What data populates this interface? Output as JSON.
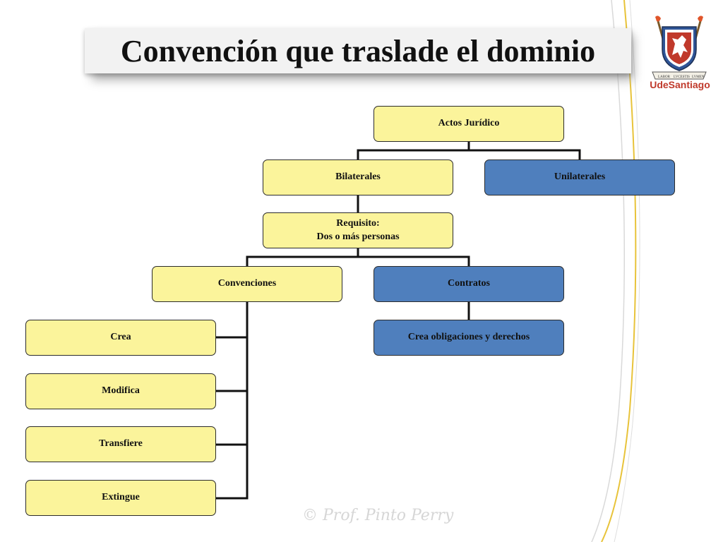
{
  "slide": {
    "title": "Convención que traslade el dominio",
    "watermark": "© Prof. Pinto Perry"
  },
  "logo": {
    "name_part1": "Ude",
    "name_part2": "Santiago",
    "motto_left": "LABOR",
    "motto_center": "LVCESTIS",
    "motto_right": "LVMEN"
  },
  "diagram": {
    "nodes": {
      "actos": "Actos Jurídico",
      "bilaterales": "Bilaterales",
      "unilaterales": "Unilaterales",
      "requisito_line1": "Requisito:",
      "requisito_line2": "Dos o más personas",
      "convenciones": "Convenciones",
      "contratos": "Contratos",
      "crea": "Crea",
      "modifica": "Modifica",
      "transfiere": "Transfiere",
      "extingue": "Extingue",
      "crea_obligaciones": "Crea obligaciones y derechos"
    }
  },
  "colors": {
    "node_yellow": "#fbf49b",
    "node_blue": "#4f7fbd",
    "connector": "#111111",
    "logo_red": "#c0392b",
    "logo_blue": "#2f5597",
    "accent_line": "#e8c33a"
  }
}
